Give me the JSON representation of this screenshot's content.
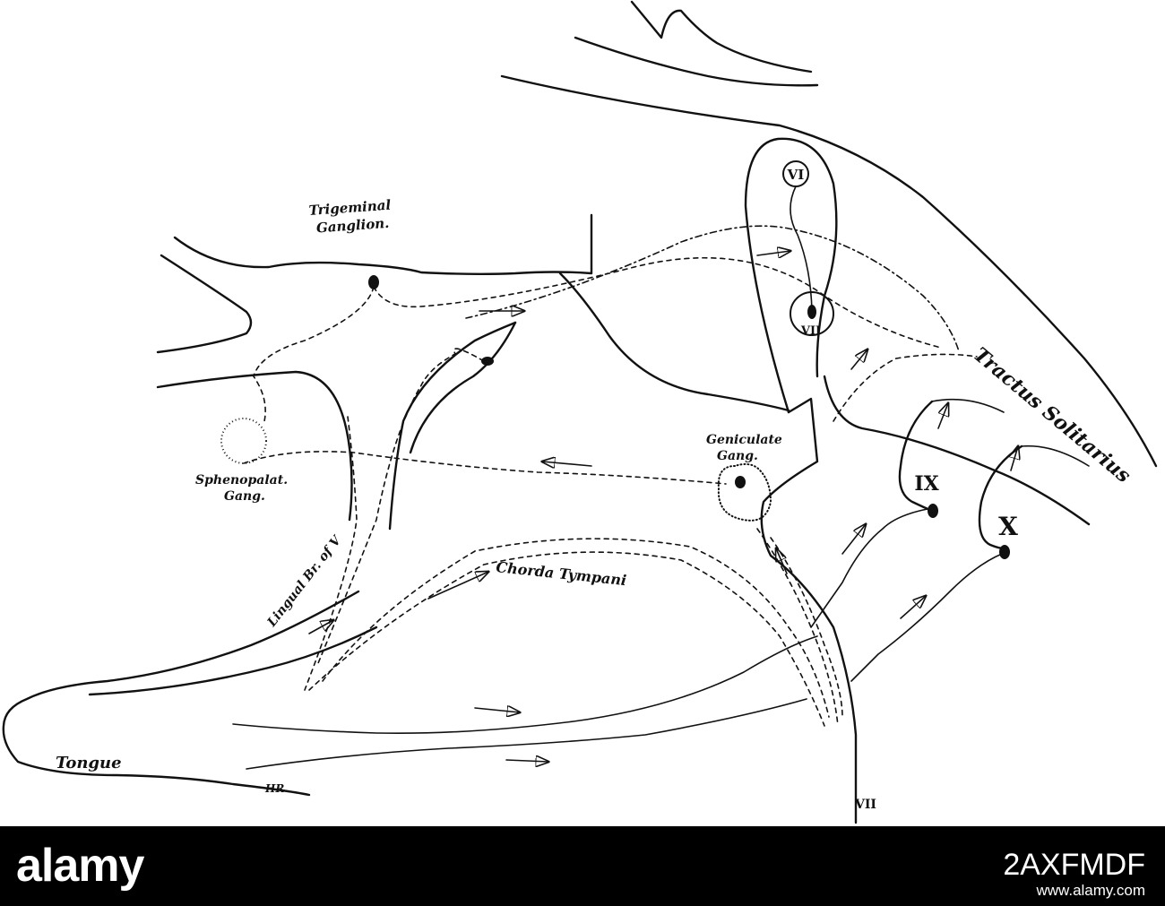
{
  "diagram": {
    "labels": {
      "trigeminal_line1": "Trigeminal",
      "trigeminal_line2": "Ganglion.",
      "sphenopalat_line1": "Sphenopalat.",
      "sphenopalat_line2": "Gang.",
      "geniculate_line1": "Geniculate",
      "geniculate_line2": "Gang.",
      "lingual": "Lingual Br. of V",
      "chorda": "Chorda Tympani",
      "tractus": "Tractus Solitarius",
      "tongue": "Tongue",
      "initials": "HR"
    },
    "nerve_numerals": {
      "vi": "VI",
      "vii_nucleus": "VII",
      "ix": "IX",
      "x": "X",
      "vii_root": "VII"
    }
  },
  "watermark": {
    "logo": "alamy",
    "image_id": "2AXFMDF",
    "url": "www.alamy.com"
  }
}
